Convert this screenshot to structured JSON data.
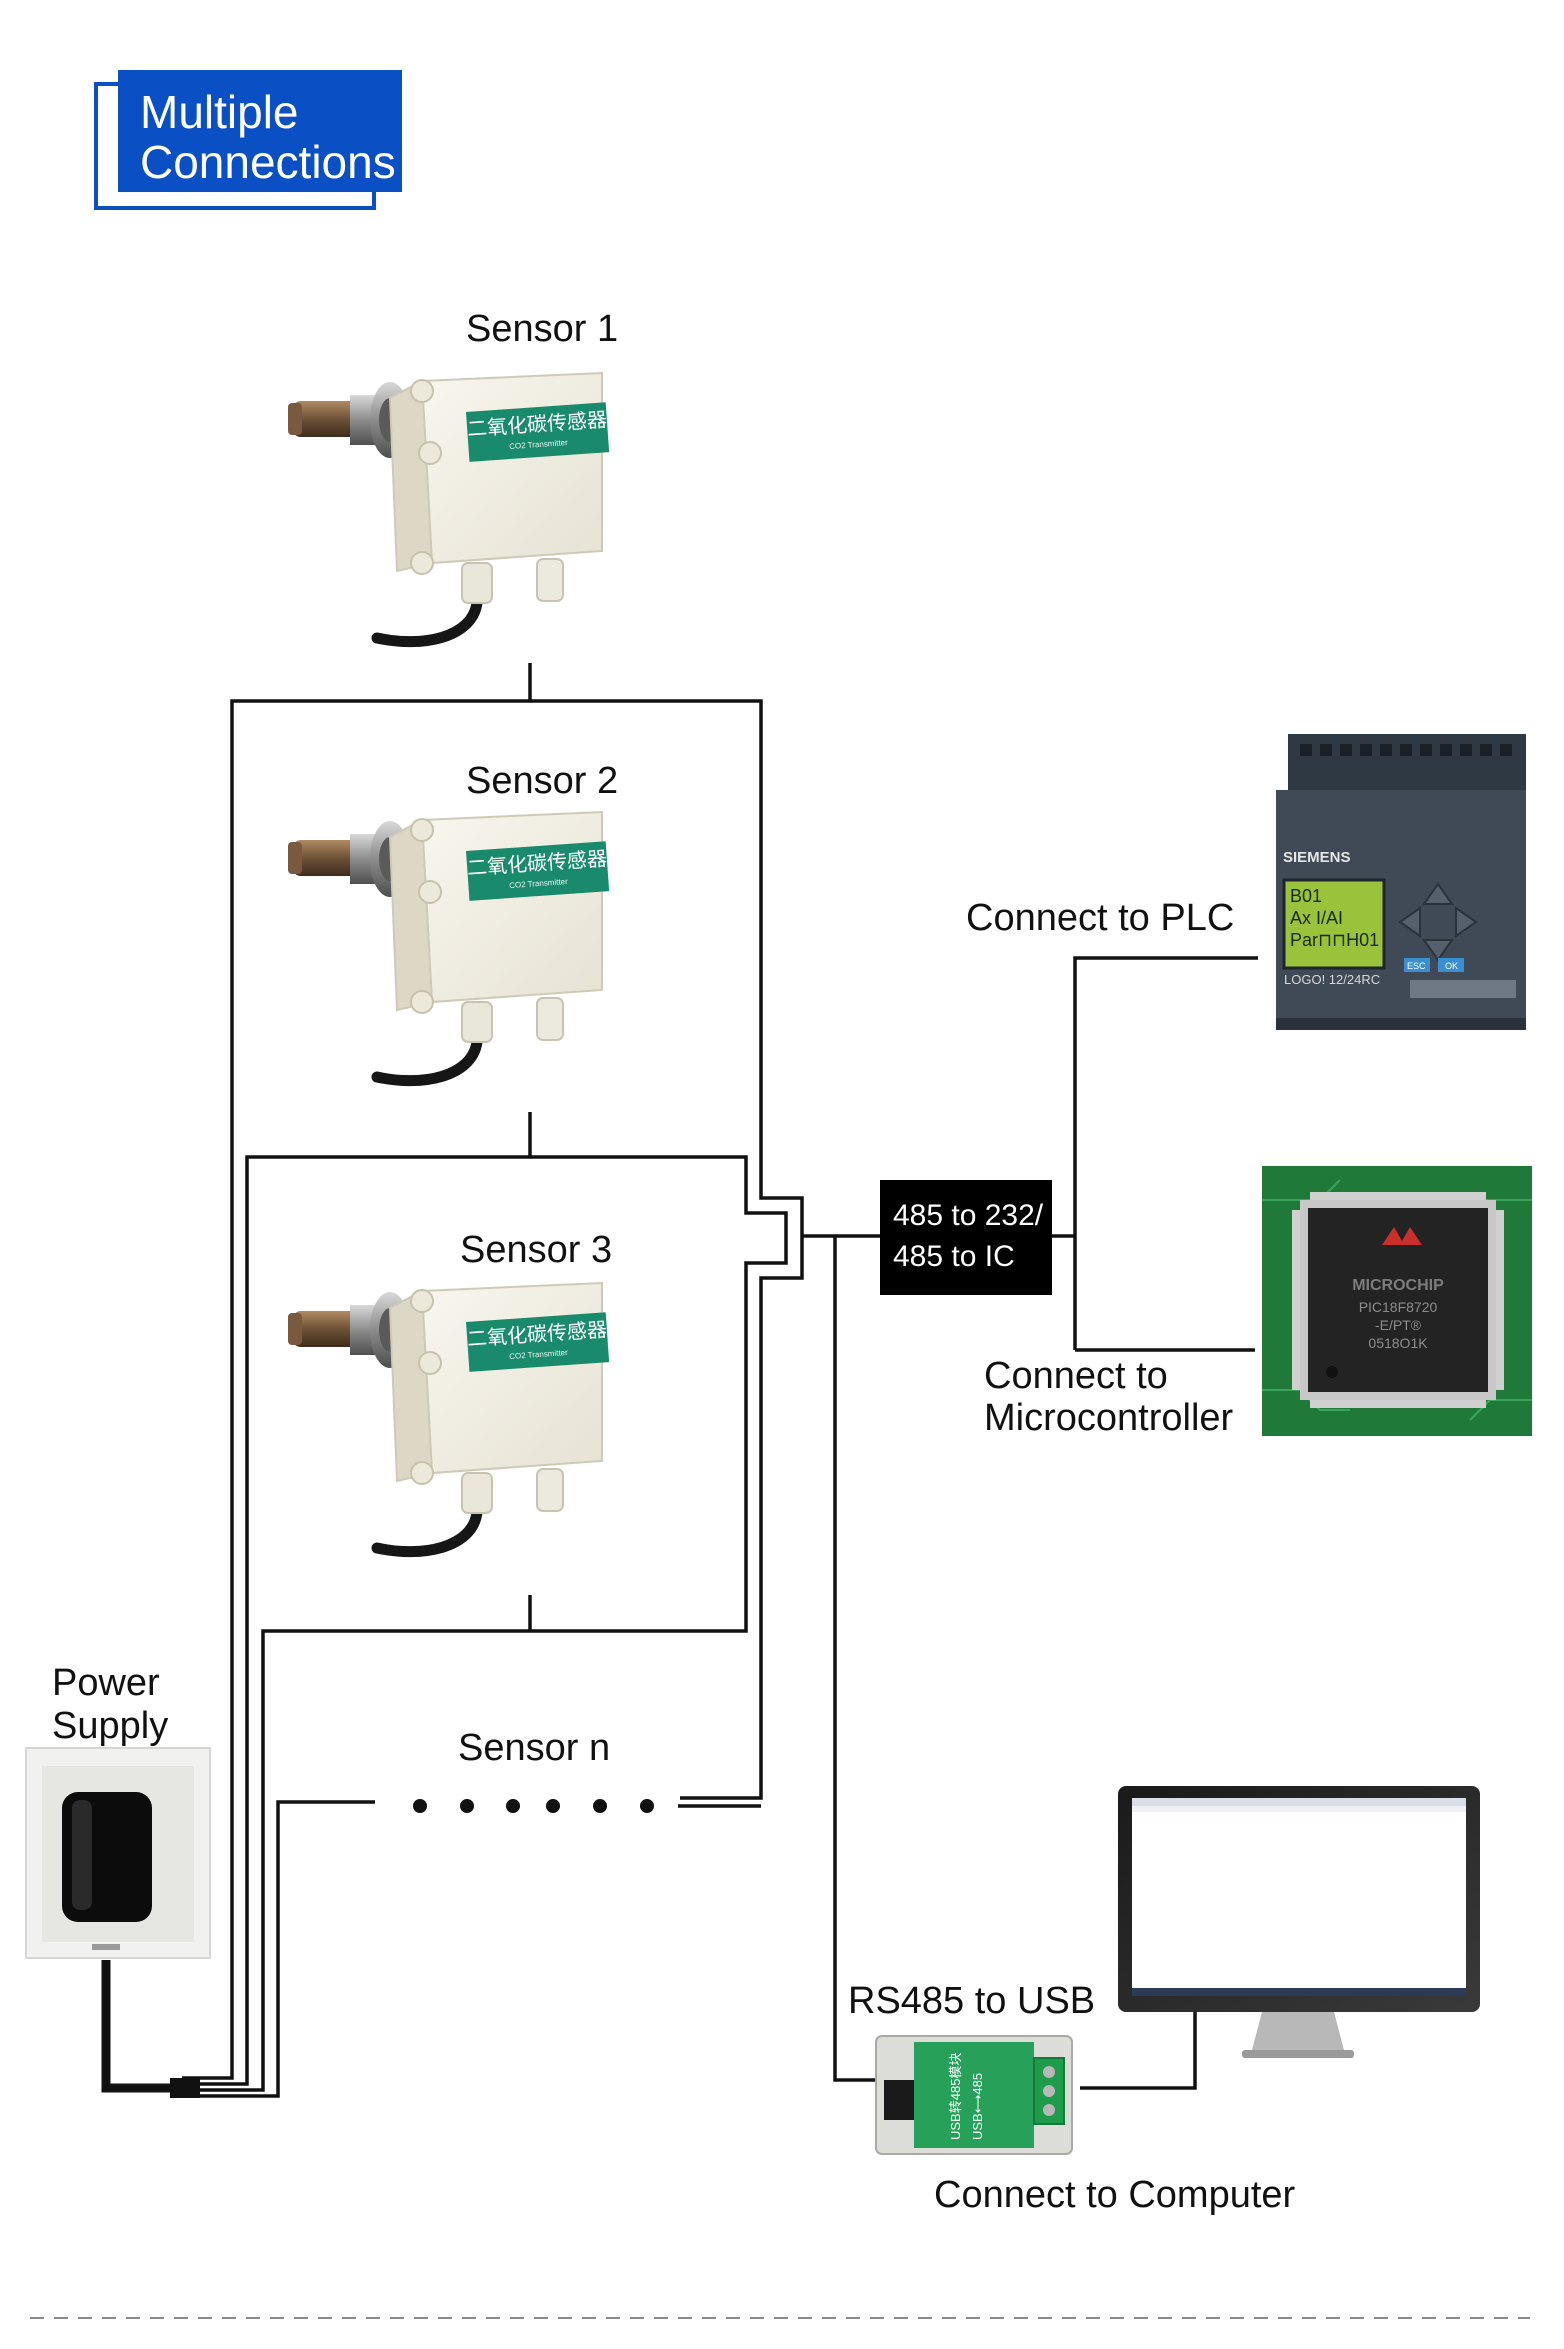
{
  "header": {
    "line1": "Multiple",
    "line2": "Connections"
  },
  "sensors": [
    {
      "label": "Sensor 1",
      "plate": "二氧化碳传感器",
      "plate_sub": "CO2 Transmitter"
    },
    {
      "label": "Sensor 2",
      "plate": "二氧化碳传感器",
      "plate_sub": "CO2 Transmitter"
    },
    {
      "label": "Sensor 3",
      "plate": "二氧化碳传感器",
      "plate_sub": "CO2 Transmitter"
    }
  ],
  "sensor_n": {
    "label": "Sensor n"
  },
  "power": {
    "line1": "Power",
    "line2": "Supply"
  },
  "converter": {
    "line1": "485 to 232/",
    "line2": "485 to IC"
  },
  "plc": {
    "label": "Connect to PLC",
    "brand": "SIEMENS",
    "model": "LOGO! 12/24RC",
    "screen_lines": [
      "B01",
      "Ax I/AI",
      "Par⊓⊓H01"
    ],
    "key_esc": "ESC",
    "key_ok": "OK"
  },
  "mcu": {
    "label_line1": "Connect to",
    "label_line2": "Microcontroller",
    "brand": "MICROCHIP",
    "chip_lines": [
      "PIC18F8720",
      "-E/PT®",
      "0518O1K"
    ]
  },
  "usb": {
    "label": "RS485 to USB",
    "module_text1": "USB转485模块",
    "module_text2": "USB⟷485"
  },
  "computer": {
    "label": "Connect to Computer"
  },
  "colors": {
    "header_blue": "#0a4fc4",
    "sensor_plate": "#1a8a6c",
    "converter_bg": "#000000",
    "plc_body": "#3f4a56",
    "pcb_green": "#1f7a3a"
  },
  "icons": {
    "sensor": "co2-sensor-icon",
    "power": "power-adapter-icon",
    "plc": "plc-icon",
    "mcu": "microchip-icon",
    "usb": "usb-module-icon",
    "computer": "monitor-icon"
  }
}
